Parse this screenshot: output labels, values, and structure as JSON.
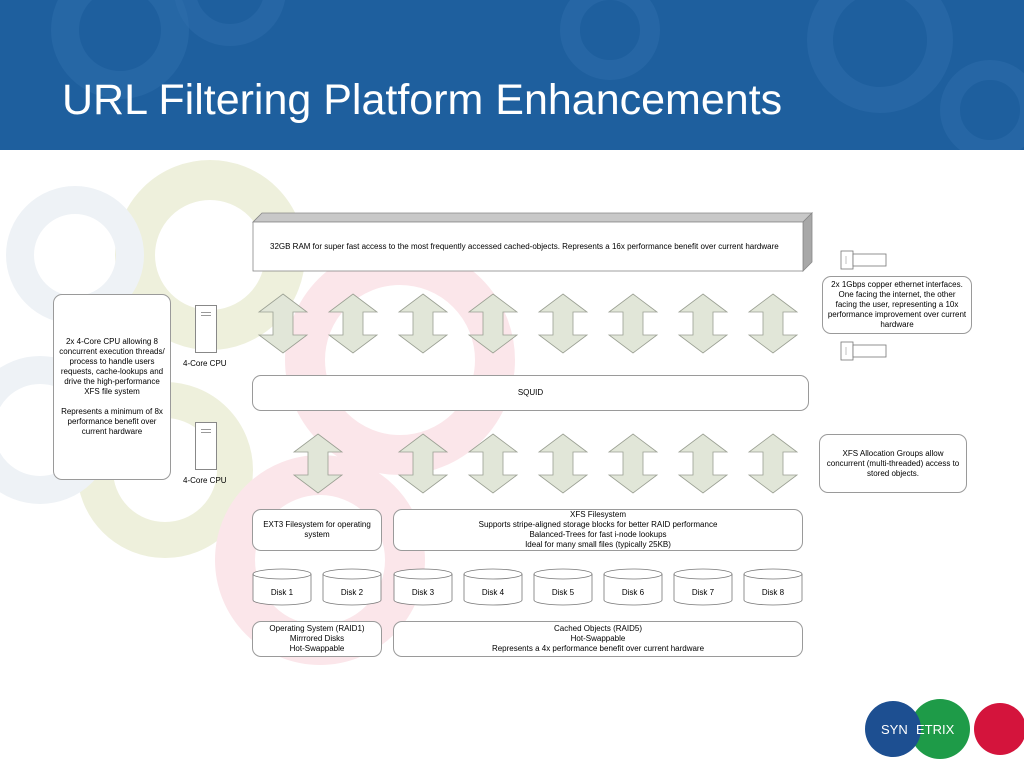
{
  "slide": {
    "title": "URL Filtering Platform Enhancements"
  },
  "ram": {
    "text": "32GB RAM for super fast access to the most frequently accessed cached-objects. Represents a 16x performance benefit over current hardware"
  },
  "cpu": {
    "description": "2x 4-Core CPU allowing 8 concurrent execution threads/ process to handle users requests, cache-lookups and drive the high-performance XFS file system\n\nRepresents a minimum of 8x performance benefit over current hardware",
    "label_top": "4-Core CPU",
    "label_bottom": "4-Core CPU"
  },
  "ethernet": {
    "text": "2x 1Gbps copper ethernet interfaces. One facing the internet, the other facing the user, representing a 10x performance improvement over current hardware"
  },
  "squid": {
    "label": "SQUID"
  },
  "xfs_alloc": {
    "text": "XFS Allocation Groups allow concurrent (multi-threaded) access to stored objects."
  },
  "ext3": {
    "text": "EXT3 Filesystem for operating system"
  },
  "xfs": {
    "text": "XFS Filesystem\nSupports stripe-aligned storage blocks for better RAID performance\nBalanced-Trees for fast i-node lookups\nIdeal for many small files (typically 25KB)"
  },
  "disks": [
    "Disk 1",
    "Disk 2",
    "Disk 3",
    "Disk 4",
    "Disk 5",
    "Disk 6",
    "Disk 7",
    "Disk 8"
  ],
  "raid1": {
    "text": "Operating System (RAID1)\nMirrrored Disks\nHot-Swappable"
  },
  "raid5": {
    "text": "Cached Objects (RAID5)\nHot-Swappable\nRepresents a 4x performance benefit over current hardware"
  },
  "logo": {
    "part1": "SYN",
    "part2": "ETRIX",
    "colors": {
      "blue": "#1d4f91",
      "green": "#1e9b48",
      "red": "#d4143c"
    }
  },
  "colors": {
    "header": "#1e5f9e",
    "arrow_fill": "#e1e6d8",
    "arrow_stroke": "#9a9f92"
  }
}
